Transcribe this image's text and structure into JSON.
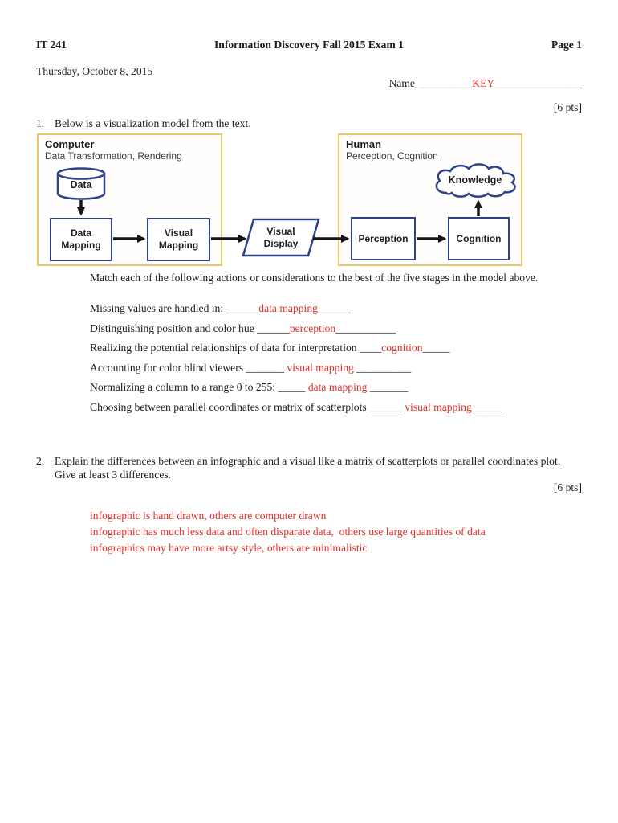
{
  "header": {
    "course": "IT 241",
    "title": "Information Discovery Fall 2015 Exam 1",
    "page": "Page 1",
    "date": "Thursday, October 8, 2015"
  },
  "name_line": {
    "label": "Name ",
    "pre_blank": "__________",
    "answer": "KEY",
    "post_blank": "________________"
  },
  "q1": {
    "points": "[6 pts]",
    "number": "1.",
    "text": "Below is a visualization model from the text.",
    "match_intro": "Match each of the following actions or considerations to the best of the five stages in the model above.",
    "items": [
      {
        "prefix": "Missing values are handled in: ",
        "pre": "______",
        "answer": "data mapping",
        "post": "______"
      },
      {
        "prefix": "Distinguishing position and color hue ",
        "pre": "______",
        "answer": "perception",
        "post": "___________"
      },
      {
        "prefix": "Realizing the potential relationships of data for interpretation ",
        "pre": "____",
        "answer": "cognition",
        "post": "_____"
      },
      {
        "prefix": "Accounting for color blind viewers ",
        "pre": "_______ ",
        "answer": "visual mapping",
        "post": " __________"
      },
      {
        "prefix": "Normalizing a column to a range 0 to 255: ",
        "pre": "_____ ",
        "answer": "data mapping",
        "post": " _______"
      },
      {
        "prefix": "Choosing between parallel coordinates or matrix of scatterplots ",
        "pre": "______ ",
        "answer": "visual mapping",
        "post": " _____"
      }
    ]
  },
  "diagram": {
    "computer_box": {
      "title": "Computer",
      "subtitle": "Data Transformation, Rendering"
    },
    "human_box": {
      "title": "Human",
      "subtitle": "Perception, Cognition"
    },
    "nodes": {
      "data": "Data",
      "data_mapping": "Data Mapping",
      "visual_mapping": "Visual Mapping",
      "visual_display": "Visual Display",
      "perception": "Perception",
      "cognition": "Cognition",
      "knowledge": "Knowledge"
    },
    "colors": {
      "frame_border": "#e9c76b",
      "node_border": "#2e4287",
      "arrow": "#161616",
      "answer_red": "#e03229"
    }
  },
  "q2": {
    "number": "2.",
    "line1": "Explain the differences between an infographic and a visual like a matrix of scatterplots or parallel coordinates plot.",
    "line2": "Give at least 3 differences.",
    "points": "[6 pts]",
    "answers": [
      "infographic is hand drawn, others are computer drawn",
      "infographic has much less data and often disparate data,  others use large quantities of data",
      "infographics may have more artsy style, others are minimalistic"
    ]
  }
}
